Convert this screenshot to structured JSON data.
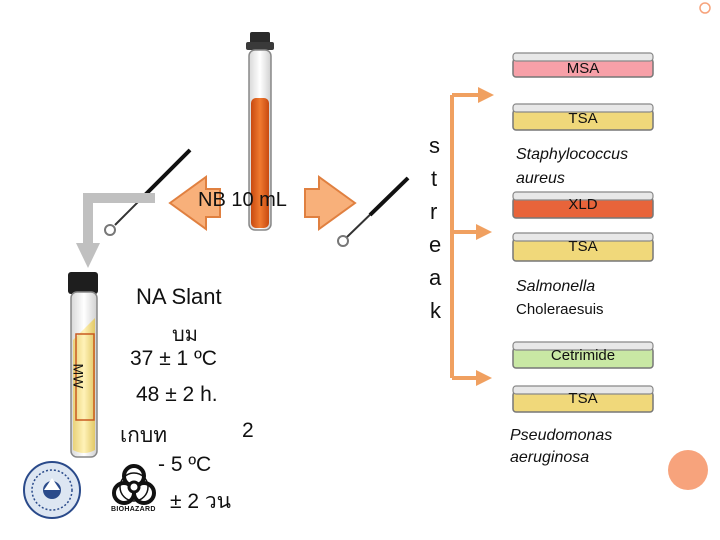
{
  "colors": {
    "arrow": "#f0a060",
    "broth": "#e8601c",
    "msa_plate": "#f7a0a8",
    "tsa_plate": "#f0d87a",
    "xld_plate": "#e8643a",
    "cetrimide_plate": "#c9e8a4",
    "slant_medium": "#f3e39a",
    "circle_accent": "#f7a37c"
  },
  "broth_tube": {
    "label": "NB 10 mL"
  },
  "slant_tube": {
    "name": "NA Slant",
    "line2": "บม",
    "temp": "37 ± 1 ºC",
    "time": "48 ± 2 h.",
    "store_label": "เกบท",
    "store_num": "2",
    "store_temp": "- 5 ºC",
    "store_days": "± 2 วน"
  },
  "tube_side_label": "MW",
  "streak_letters": [
    "s",
    "t",
    "r",
    "e",
    "a",
    "k"
  ],
  "plates": [
    {
      "label": "MSA",
      "type": "msa"
    },
    {
      "label": "TSA",
      "type": "tsa"
    },
    {
      "label": "XLD",
      "type": "xld"
    },
    {
      "label": "TSA",
      "type": "tsa"
    },
    {
      "label": "Cetrimide",
      "type": "cetrimide"
    },
    {
      "label": "TSA",
      "type": "tsa"
    }
  ],
  "organisms": [
    {
      "genus": "Staphylococcus",
      "species": "aureus"
    },
    {
      "genus": "Salmonella",
      "species": "Choleraesuis"
    },
    {
      "genus": "Pseudomonas",
      "species": "aeruginosa"
    }
  ],
  "biohazard_label": "BIOHAZARD",
  "icons": [
    "biohazard-icon",
    "university-seal-icon",
    "inoculating-loop-icon"
  ]
}
